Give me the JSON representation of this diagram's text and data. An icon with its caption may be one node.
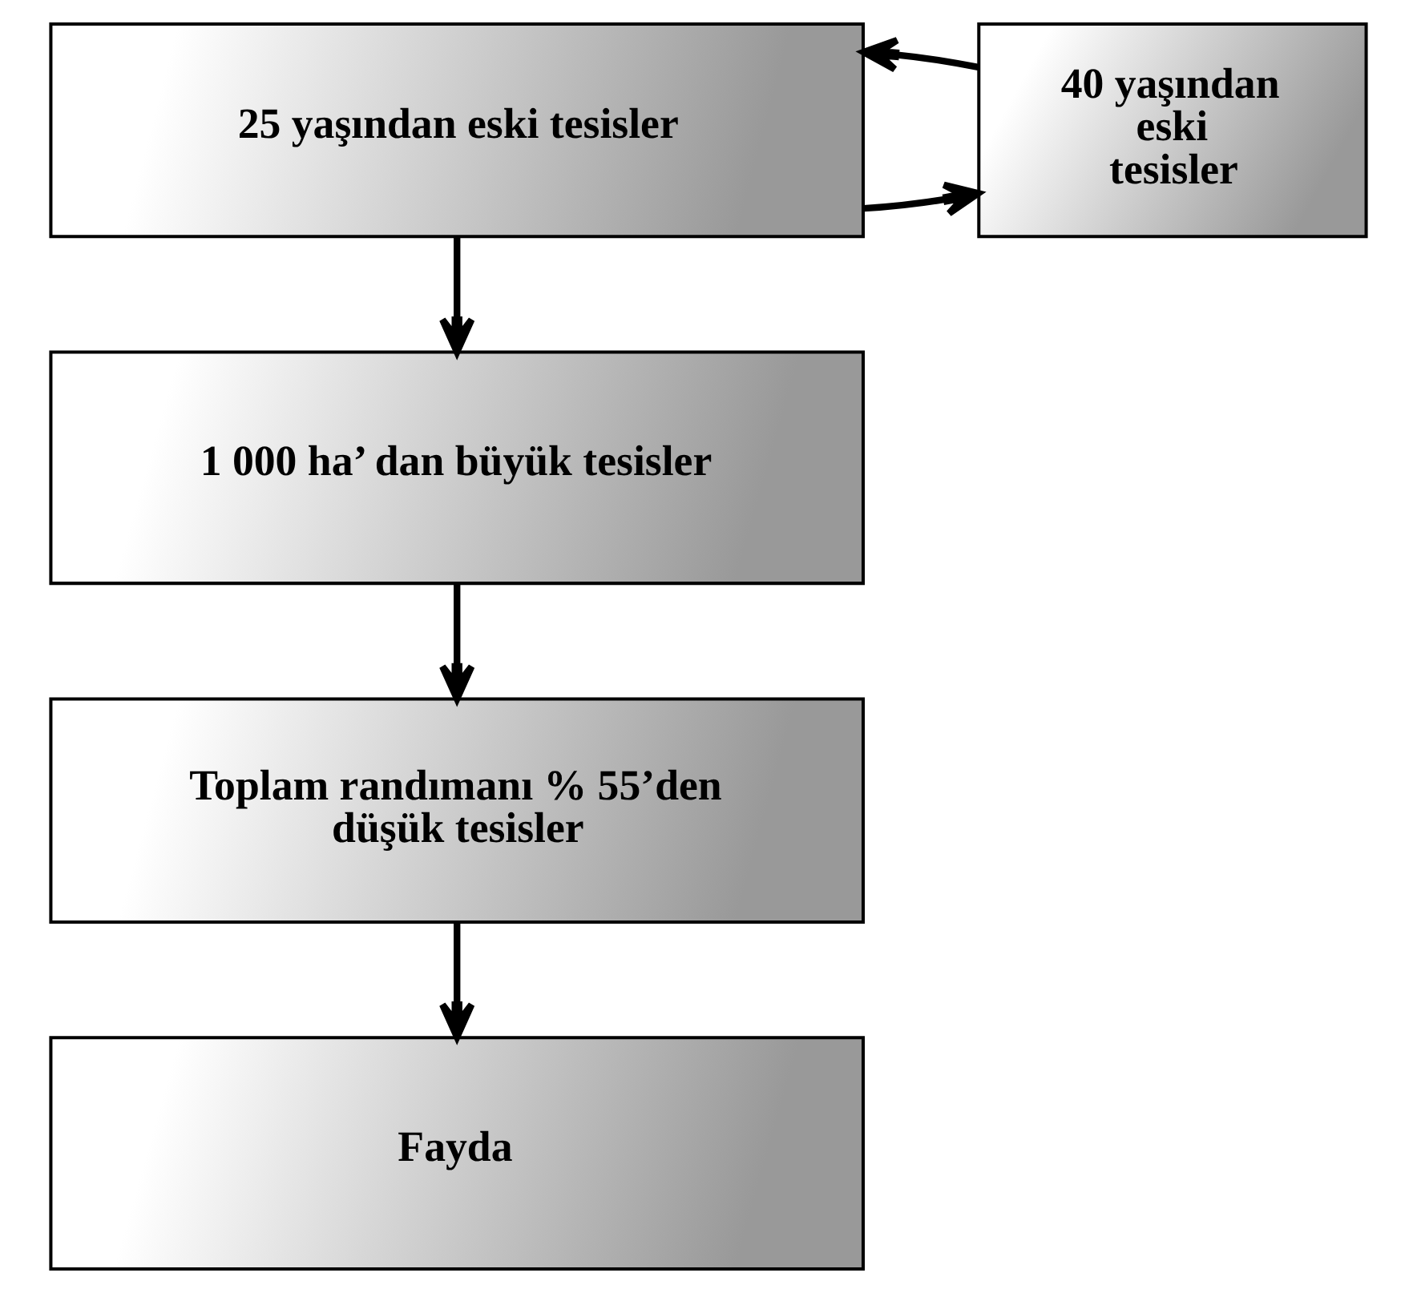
{
  "diagram": {
    "nodes": [
      {
        "text": [
          "25 yaşından eski tesisler"
        ]
      },
      {
        "text": [
          "40 yaşından eski tesisler"
        ]
      },
      {
        "text": [
          "1 000 ha’ dan büyük tesisler"
        ]
      },
      {
        "text": [
          "Toplam randımanı % 55’den düşük tesisler"
        ]
      },
      {
        "text": [
          "Fayda"
        ]
      }
    ],
    "edges": [
      {
        "from": 0,
        "to": 1,
        "arrow": "to"
      },
      {
        "from": 1,
        "to": 0,
        "arrow": "to"
      },
      {
        "from": 0,
        "to": 2,
        "arrow": "to"
      },
      {
        "from": 2,
        "to": 3,
        "arrow": "to"
      },
      {
        "from": 3,
        "to": 4,
        "arrow": "to"
      }
    ]
  }
}
